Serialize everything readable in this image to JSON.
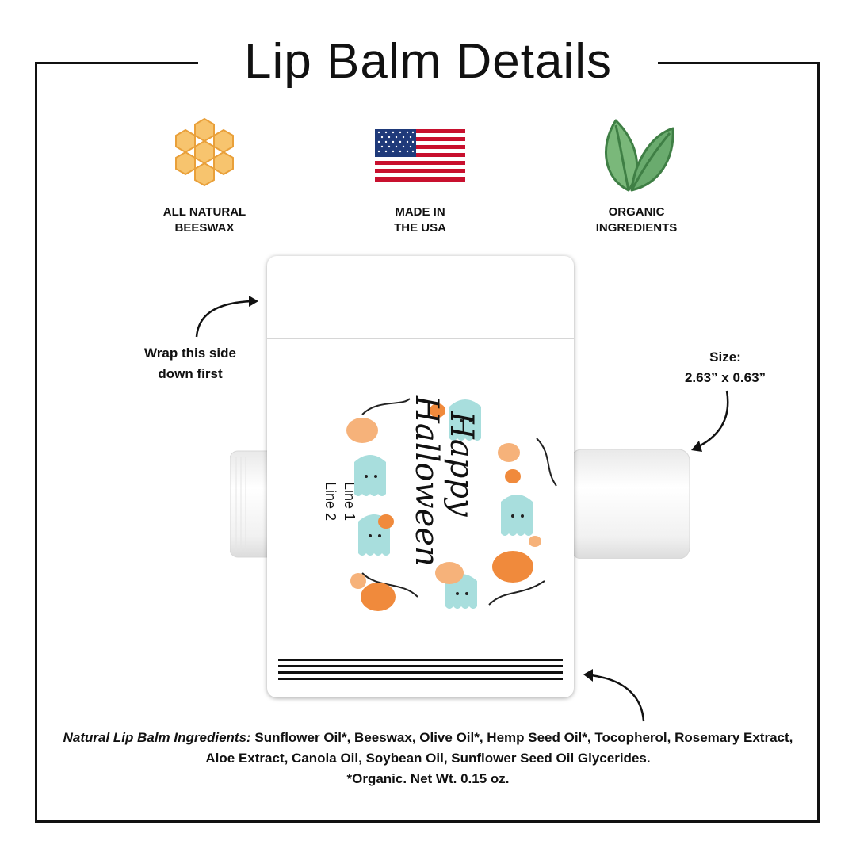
{
  "title": "Lip Balm Details",
  "features": [
    {
      "icon": "honeycomb-icon",
      "label": "ALL NATURAL\nBEESWAX",
      "color": "#f2b24c"
    },
    {
      "icon": "usa-flag-icon",
      "label": "MADE IN\nTHE USA",
      "color": "#c8102e"
    },
    {
      "icon": "leaves-icon",
      "label": "ORGANIC\nINGREDIENTS",
      "color": "#7ab87a"
    }
  ],
  "label": {
    "line1": "Line 1",
    "line2": "Line 2",
    "design_text": "Happy Halloween"
  },
  "notes": {
    "wrap": "Wrap this side\ndown first",
    "size": "Size:\n2.63” x 0.63”"
  },
  "ingredients": {
    "heading": "Natural Lip Balm Ingredients:",
    "body": "Sunflower Oil*, Beeswax, Olive Oil*, Hemp Seed Oil*, Tocopherol, Rosemary Extract, Aloe Extract, Canola Oil, Soybean Oil, Sunflower Seed Oil Glycerides.",
    "footnote": "*Organic. Net Wt. 0.15 oz."
  },
  "colors": {
    "ghost": "#a8dedd",
    "pumpkin": "#f08a3c",
    "pumpkin_light": "#f6b27a",
    "leaf": "#7ab87a",
    "honey": "#f5c26b"
  }
}
